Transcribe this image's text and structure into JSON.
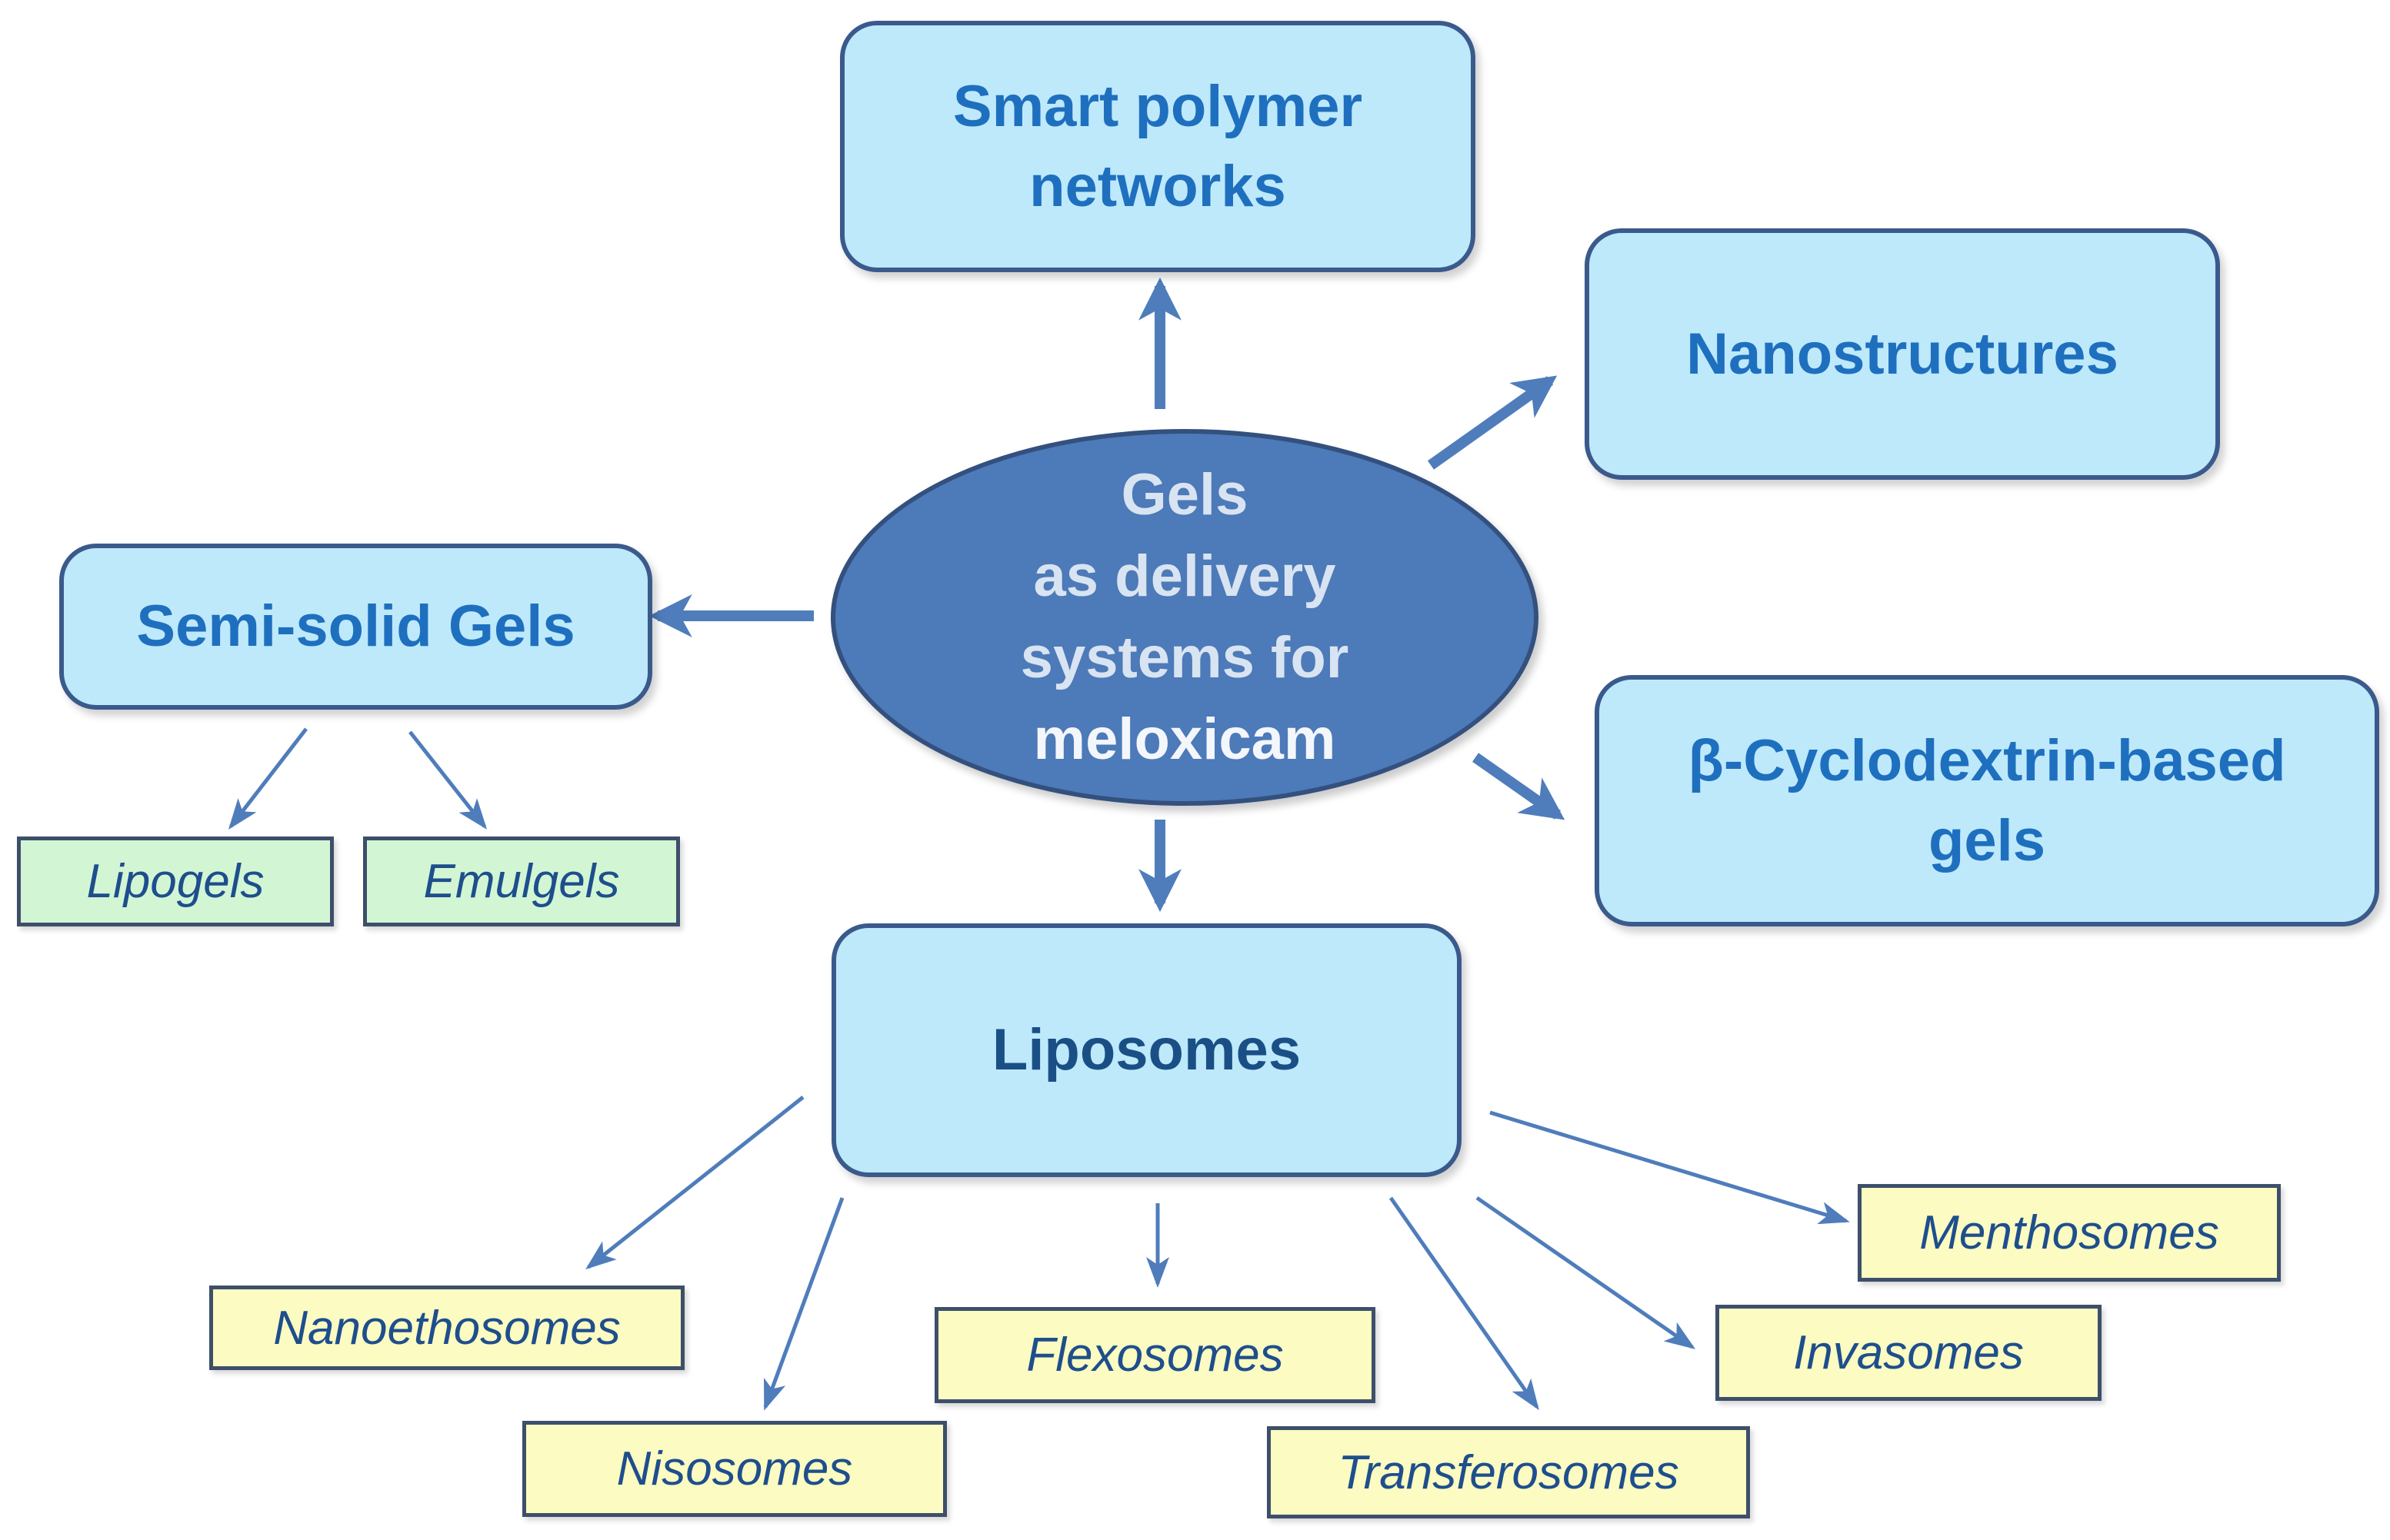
{
  "center": {
    "line1": "Gels",
    "line2": "as delivery",
    "line3": "systems for",
    "line4": "meloxicam"
  },
  "nodes": {
    "smart_polymer": "Smart polymer\nnetworks",
    "nanostructures": "Nanostructures",
    "semi_solid": "Semi-solid Gels",
    "cyclodextrin": "β-Cyclodextrin-based\ngels",
    "liposomes": "Liposomes"
  },
  "leaves": {
    "lipogels": "Lipogels",
    "emulgels": "Emulgels",
    "nanoethosomes": "Nanoethosomes",
    "nisosomes": "Nisosomes",
    "flexosomes": "Flexosomes",
    "transferosomes": "Transferosomes",
    "invasomes": "Invasomes",
    "menthosomes": "Menthosomes"
  },
  "colors": {
    "main_fill": "#bde9fb",
    "center_fill": "#4d7ab8",
    "arrow": "#4f7dbb",
    "leaf_yellow": "#fbfbc2",
    "leaf_green": "#d2f6d4"
  }
}
